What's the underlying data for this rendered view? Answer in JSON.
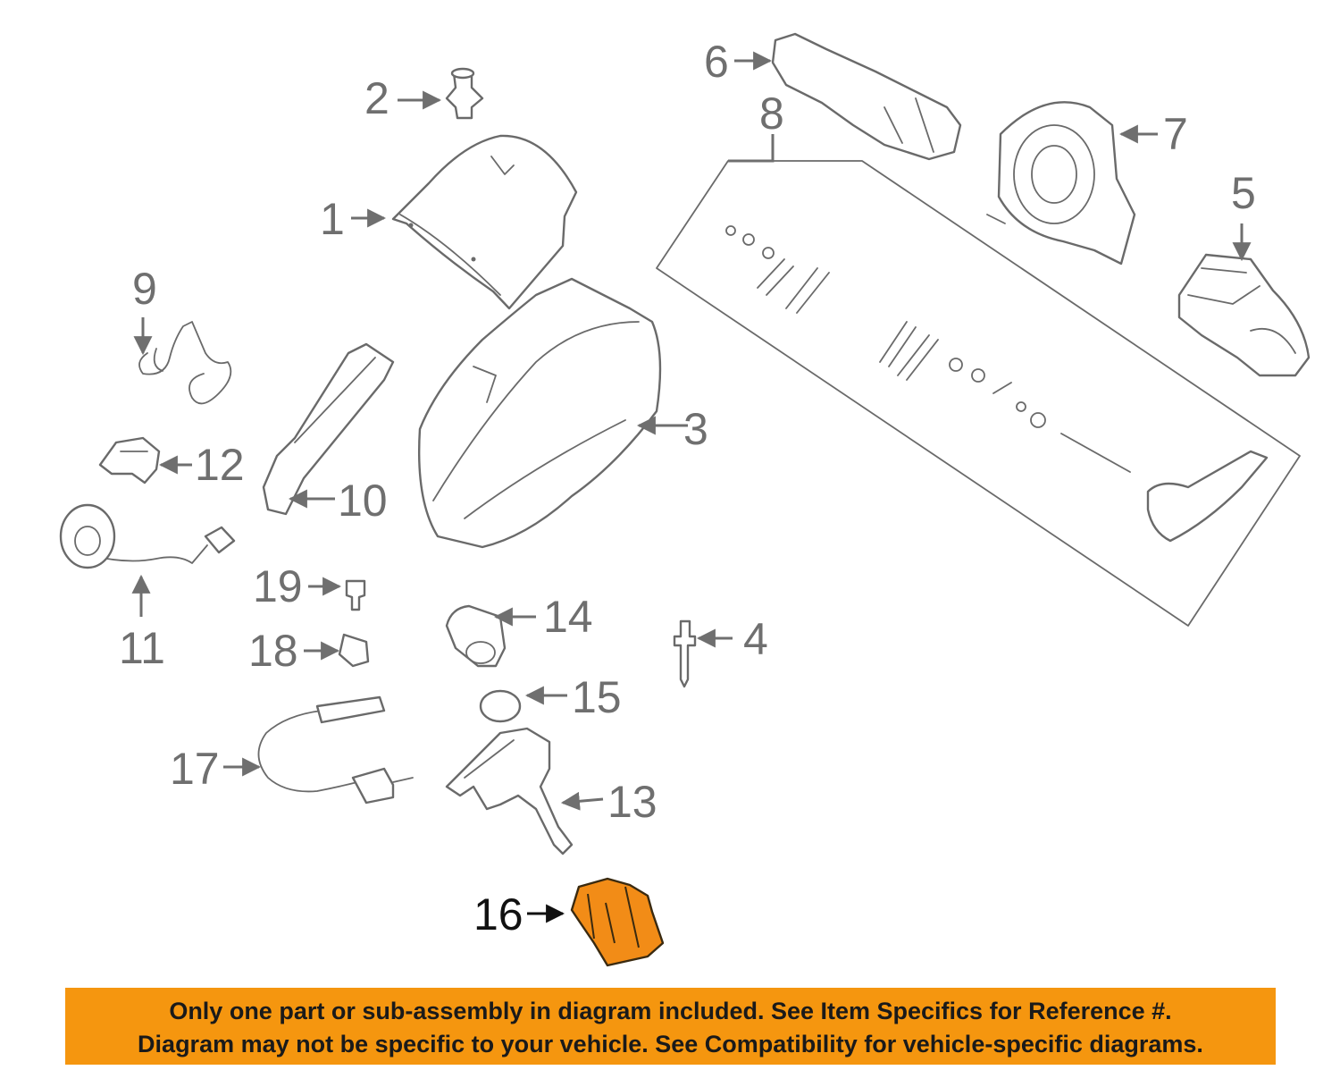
{
  "callouts": {
    "c1": "1",
    "c2": "2",
    "c3": "3",
    "c4": "4",
    "c5": "5",
    "c6": "6",
    "c7": "7",
    "c8": "8",
    "c9": "9",
    "c10": "10",
    "c11": "11",
    "c12": "12",
    "c13": "13",
    "c14": "14",
    "c15": "15",
    "c16": "16",
    "c17": "17",
    "c18": "18",
    "c19": "19"
  },
  "highlighted_part": "16",
  "colors": {
    "highlight": "#f28c17",
    "banner": "#f5960f",
    "line": "#6a6a6a"
  },
  "banner": {
    "line1": "Only one part or sub-assembly in diagram included. See Item Specifics for Reference #.",
    "line2": "Diagram may not be specific to your vehicle. See Compatibility for vehicle-specific diagrams."
  }
}
